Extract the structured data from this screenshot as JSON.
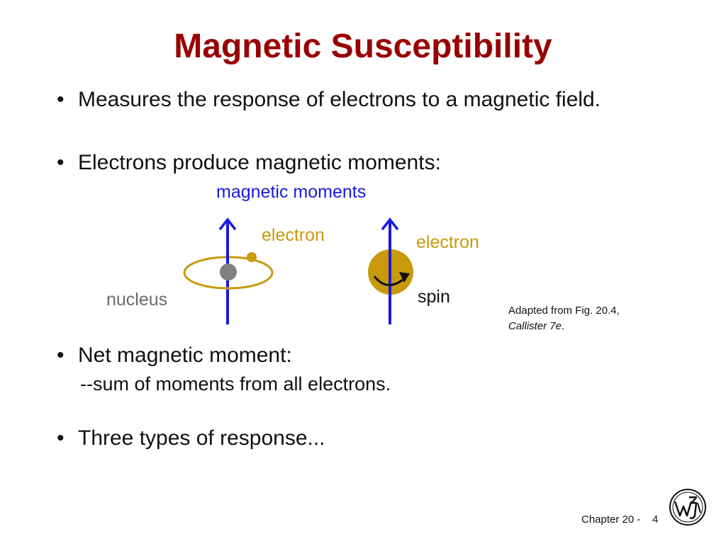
{
  "slide": {
    "title": "Magnetic Susceptibility",
    "bullets": [
      "Measures the response of electrons to a magnetic field.",
      "Electrons produce magnetic moments:",
      "Net magnetic moment:",
      "Three types of response..."
    ],
    "net_moment_detail": "--sum of moments from all electrons."
  },
  "figure": {
    "heading": "magnetic moments",
    "orbital_electron_label": "electron",
    "spin_electron_label": "electron",
    "nucleus_label": "nucleus",
    "spin_label": "spin",
    "credit_line1": "Adapted from Fig. 20.4,",
    "credit_line2": "Callister 7e",
    "credit_suffix": ".",
    "colors": {
      "arrow": "#1a1adb",
      "electron": "#c89a0c",
      "nucleus": "#808080",
      "title": "#990000"
    }
  },
  "footer": {
    "chapter": "Chapter 20 -",
    "page": "4",
    "logo_icon": "wiley-logo-icon"
  }
}
